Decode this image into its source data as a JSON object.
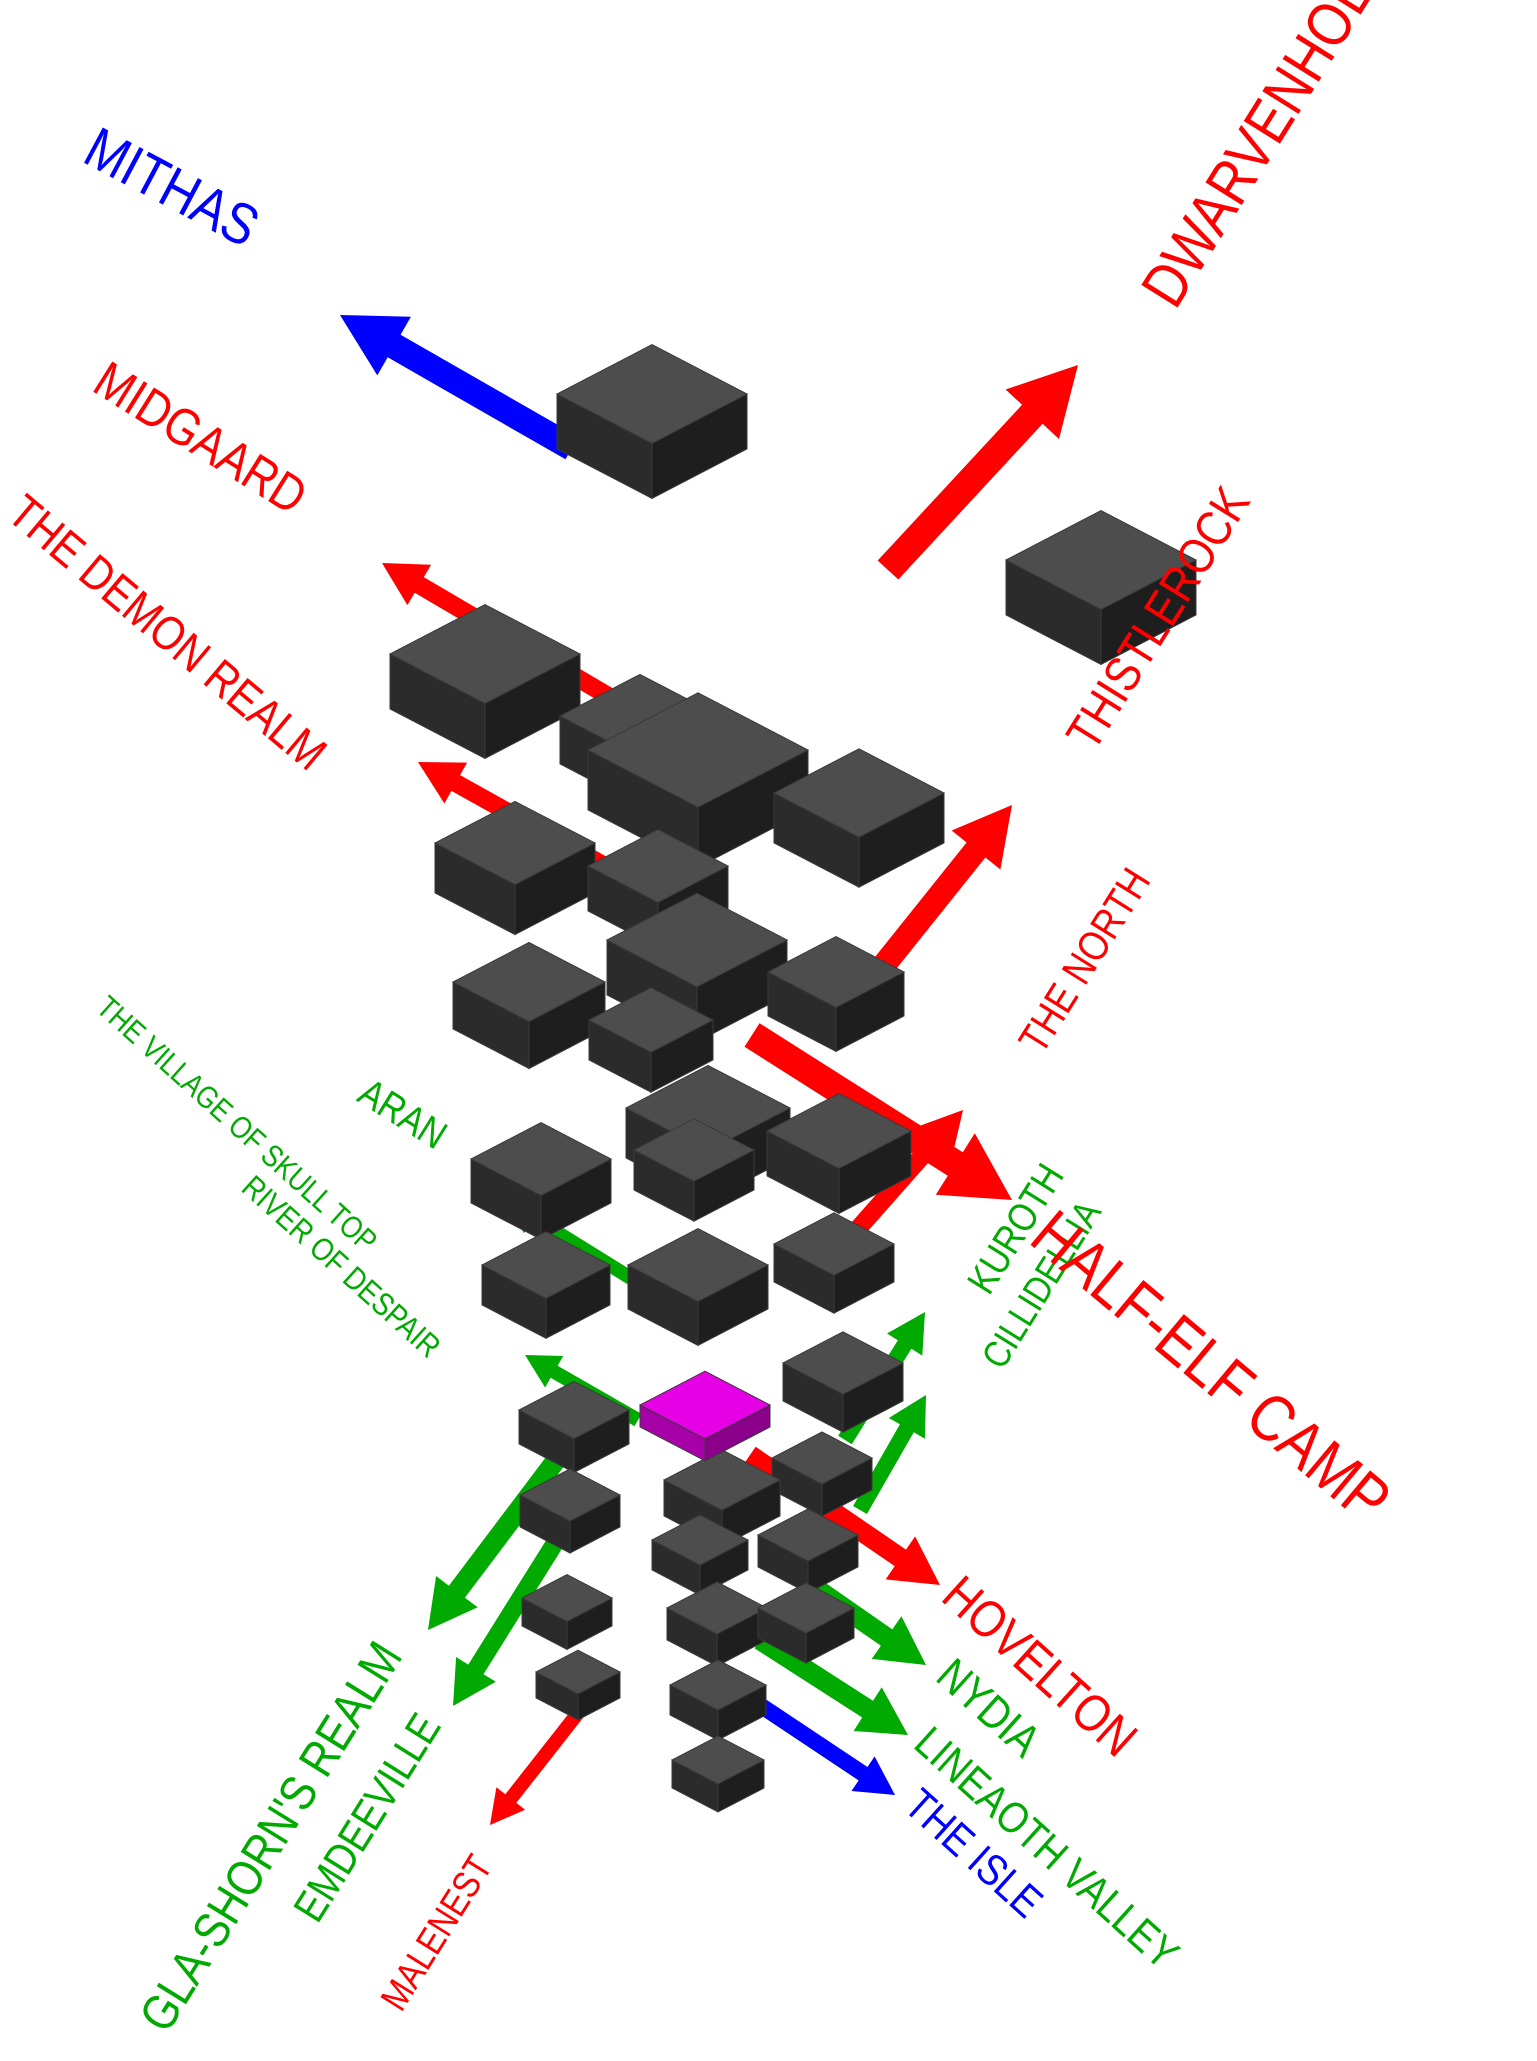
{
  "colors": {
    "red": "#ff0000",
    "green": "#00aa00",
    "blue": "#0000ff",
    "magenta": "#e600e6",
    "room": "#4d4d4d",
    "background": "#ffffff"
  },
  "current_room": {
    "color": "magenta",
    "label": ""
  },
  "exits": {
    "mithas": {
      "label": "MITHAS",
      "color": "blue"
    },
    "dwarvenhold": {
      "label": "DWARVENHOLD",
      "color": "red"
    },
    "midgaard": {
      "label": "MIDGAARD",
      "color": "red"
    },
    "demon_realm": {
      "label": "THE DEMON REALM",
      "color": "red"
    },
    "thistlerock": {
      "label": "THISTLEROCK",
      "color": "red"
    },
    "the_north": {
      "label": "THE NORTH",
      "color": "red"
    },
    "aran": {
      "label": "ARAN",
      "color": "green"
    },
    "skull_top": {
      "label": "THE VILLAGE OF SKULL TOP",
      "color": "green"
    },
    "river_despair": {
      "label": "RIVER OF DESPAIR",
      "color": "green"
    },
    "kuroth": {
      "label": "KUROTH",
      "color": "green"
    },
    "cillidellia": {
      "label": "CILLIDELLIA",
      "color": "green"
    },
    "half_elf_camp": {
      "label": "HALF-ELF CAMP",
      "color": "red"
    },
    "hovelton": {
      "label": "HOVELTON",
      "color": "red"
    },
    "nydia": {
      "label": "NYDIA",
      "color": "green"
    },
    "lineaoth_valley": {
      "label": "LINEAOTH VALLEY",
      "color": "green"
    },
    "the_isle": {
      "label": "THE ISLE",
      "color": "blue"
    },
    "glashorn": {
      "label": "GLA-SHORN'S REALM",
      "color": "green"
    },
    "emdeeville": {
      "label": "EMDEEVILLE",
      "color": "green"
    },
    "malenest": {
      "label": "MALENEST",
      "color": "red"
    }
  }
}
